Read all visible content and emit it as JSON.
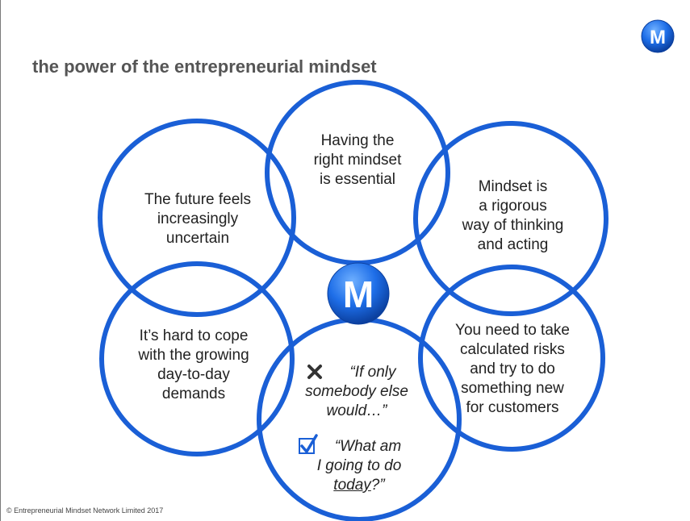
{
  "slide": {
    "title": "the power of the entrepreneurial mindset",
    "footer": "© Entrepreneurial Mindset Network Limited 2017",
    "logo_letter": "M",
    "colors": {
      "accent_blue": "#1a5fd6",
      "logo_blue": "#1e6ee8",
      "title_gray": "#555555",
      "text": "#222222"
    }
  },
  "circles": {
    "top": {
      "lines": [
        "Having the",
        "right mindset",
        "is  essential"
      ]
    },
    "upper_left": {
      "lines": [
        "The future feels",
        "increasingly",
        "uncertain"
      ]
    },
    "upper_right": {
      "lines": [
        "Mindset is",
        "a rigorous",
        "way of thinking",
        "and acting"
      ]
    },
    "lower_left": {
      "lines": [
        "It’s hard to cope",
        "with the growing",
        "day-to-day",
        "demands"
      ]
    },
    "lower_right": {
      "lines": [
        "You need to take",
        "calculated risks",
        "and try to do",
        "something new",
        "for customers"
      ]
    },
    "bottom": {
      "wrong_icon": "cross-mark-icon",
      "wrong_lines": [
        "“If only",
        "somebody else",
        "would…”"
      ],
      "right_icon": "checked-box-icon",
      "right_line1": "“What am",
      "right_line2": "I going to do",
      "right_line3_underlined": "today",
      "right_line3_rest": "?”"
    }
  }
}
